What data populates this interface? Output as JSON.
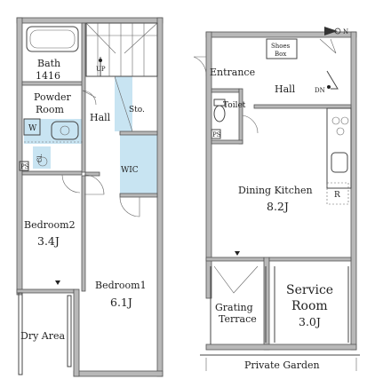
{
  "floor1": {
    "bath": "Bath",
    "bath_size": "1416",
    "powder_room_line1": "Powder",
    "powder_room_line2": "Room",
    "washer": "W",
    "closet": "Cl.",
    "hall": "Hall",
    "storage": "Sto.",
    "wic": "WIC",
    "up": "UP",
    "ps": "PS",
    "bedroom2": "Bedroom2",
    "bedroom2_size": "3.4J",
    "bedroom1": "Bedroom1",
    "bedroom1_size": "6.1J",
    "dry_area": "Dry Area"
  },
  "floor2": {
    "shoes_box_line1": "Shoes",
    "shoes_box_line2": "Box",
    "entrance": "Entrance",
    "hall": "Hall",
    "dn": "DN",
    "toilet": "Toilet",
    "ps": "PS",
    "dining_kitchen": "Dining Kitchen",
    "dining_kitchen_size": "8.2J",
    "refrigerator": "R",
    "grating_terrace_line1": "Grating",
    "grating_terrace_line2": "Terrace",
    "service_room_line1": "Service",
    "service_room_line2": "Room",
    "service_room_size": "3.0J",
    "private_garden": "Private Garden"
  },
  "compass": {
    "north": "N"
  },
  "colors": {
    "wet_area": "#c8e4f2",
    "wall": "#b8b8b8",
    "line": "#444444"
  }
}
